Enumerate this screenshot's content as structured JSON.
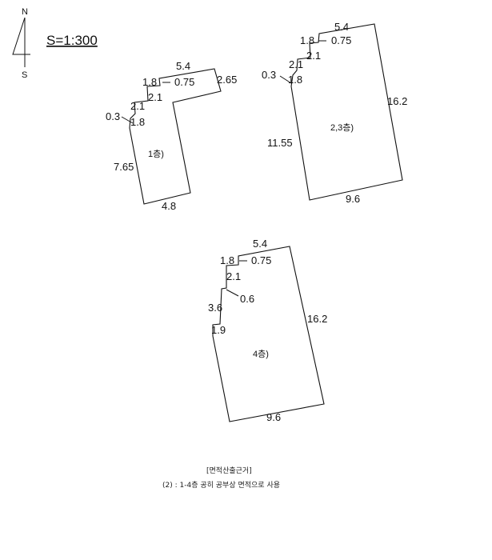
{
  "north": {
    "n_label": "N",
    "s_label": "S"
  },
  "scale": {
    "label": "S=1:300"
  },
  "floor1": {
    "label": "1층)",
    "dims": {
      "top": "5.4",
      "right_short": "2.65",
      "step1": "1.8",
      "step1b": "0.75",
      "step2": "2.1",
      "step3": "0.3",
      "step4": "1.8",
      "left": "7.65",
      "bottom": "4.8"
    }
  },
  "floor23": {
    "label": "2,3층)",
    "dims": {
      "top": "5.4",
      "step1": "1.8",
      "step1b": "0.75",
      "step2": "2.1",
      "step3": "0.3",
      "step4": "1.8",
      "left": "11.55",
      "right": "16.2",
      "bottom": "9.6"
    }
  },
  "floor4": {
    "label": "4층)",
    "dims": {
      "top": "5.4",
      "step1": "1.8",
      "step1b": "0.75",
      "step2": "2.1",
      "step3": "0.6",
      "step4": "3.6",
      "step5": "1.9",
      "right": "16.2",
      "bottom": "9.6"
    }
  },
  "caption": {
    "line1": "[면적산출근거]",
    "line2": "(2) : 1-4층 공히 공부상 면적으로 사용"
  }
}
